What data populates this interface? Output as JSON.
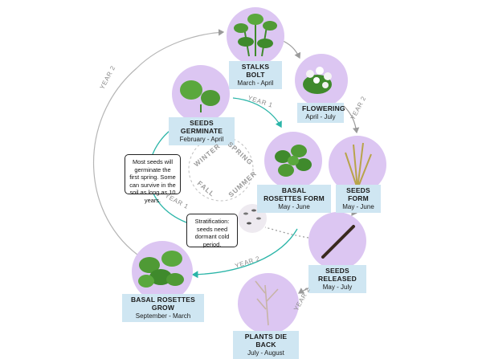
{
  "stages": {
    "stalks_bolt": {
      "title": "STALKS BOLT",
      "dates": "March - April"
    },
    "flowering": {
      "title": "FLOWERING",
      "dates": "April - July"
    },
    "seeds_germinate": {
      "title": "SEEDS GERMINATE",
      "dates": "February - April"
    },
    "basal_rosettes_form": {
      "title": "BASAL ROSETTES FORM",
      "dates": "May - June"
    },
    "seeds_form": {
      "title": "SEEDS FORM",
      "dates": "May - June"
    },
    "seeds_released": {
      "title": "SEEDS RELEASED",
      "dates": "May - July"
    },
    "basal_rosettes_grow": {
      "title": "BASAL ROSETTES GROW",
      "dates": "September - March"
    },
    "plants_die_back": {
      "title": "PLANTS DIE BACK",
      "dates": "July - August"
    }
  },
  "notes": {
    "seed_survival": "Most seeds will germinate the first spring. Some can survive in the soil as long as 10 years.",
    "stratification": "Stratification: seeds need dormant cold period."
  },
  "year_labels": {
    "y2_outer_left": "YEAR 2",
    "y1_top": "YEAR 1",
    "y2_right": "YEAR 2",
    "y1_left": "YEAR 1",
    "y2_bottom_inner": "YEAR 2",
    "y2_bottom_right": "YEAR 2"
  },
  "seasons": {
    "winter": "WINTER",
    "spring": "SPRING",
    "summer": "SUMMER",
    "fall": "FALL"
  },
  "colors": {
    "bubble": "#dcc6f2",
    "label_bg": "#cfe6f2",
    "teal_arrow": "#2bb5a8",
    "gray_arrow": "#9a9a9a"
  }
}
